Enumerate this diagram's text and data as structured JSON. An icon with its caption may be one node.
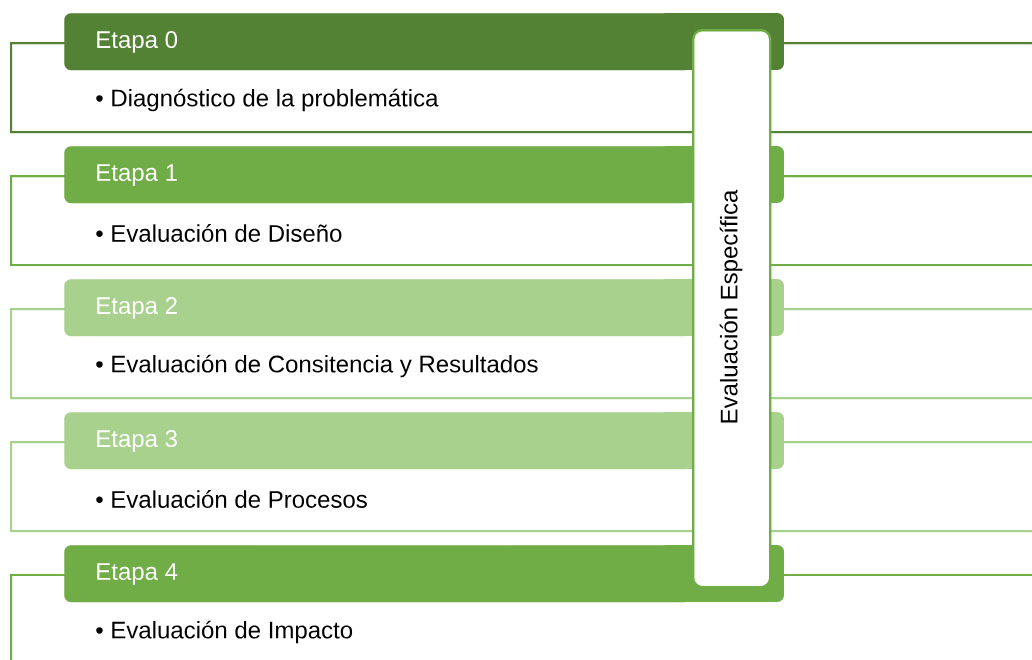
{
  "diagram": {
    "nodes": [
      {
        "text": [
          "Etapa 0"
        ]
      },
      {
        "text": [
          "• Diagnóstico de la problemática"
        ]
      },
      {
        "text": [
          "Etapa 1"
        ]
      },
      {
        "text": [
          "• Evaluación de Diseño"
        ]
      },
      {
        "text": [
          "Etapa 2"
        ]
      },
      {
        "text": [
          "• Evaluación de Consitencia y Resultados"
        ]
      },
      {
        "text": [
          "Etapa 3"
        ]
      },
      {
        "text": [
          "• Evaluación de Procesos"
        ]
      },
      {
        "text": [
          "Etapa 4"
        ]
      },
      {
        "text": [
          "• Evaluación de Impacto"
        ]
      },
      {
        "text": [
          "Evaluación Específica"
        ]
      }
    ]
  }
}
